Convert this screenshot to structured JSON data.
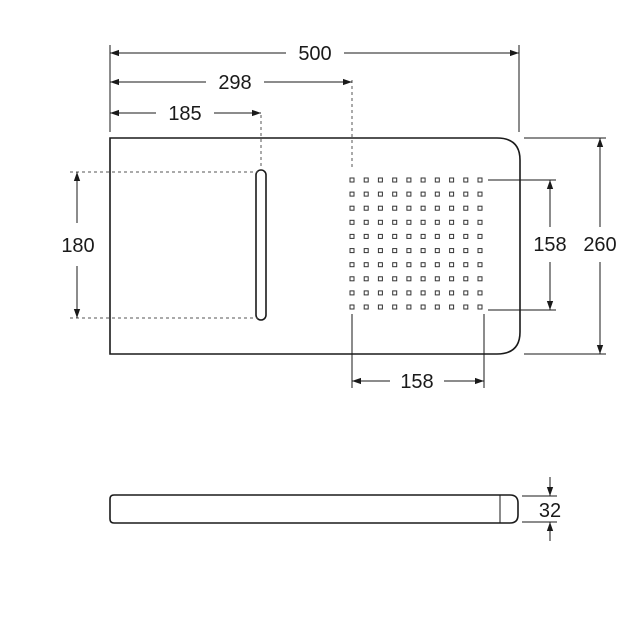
{
  "drawing": {
    "dimensions": {
      "total_width": "500",
      "hole_grid_offset": "298",
      "slot_offset": "185",
      "slot_length": "180",
      "grid_height": "158",
      "total_depth": "260",
      "grid_width": "158",
      "thickness": "32"
    },
    "hole_grid": {
      "columns": 10,
      "rows": 10
    },
    "colors": {
      "line": "#1a1a1a",
      "background": "#ffffff"
    }
  }
}
